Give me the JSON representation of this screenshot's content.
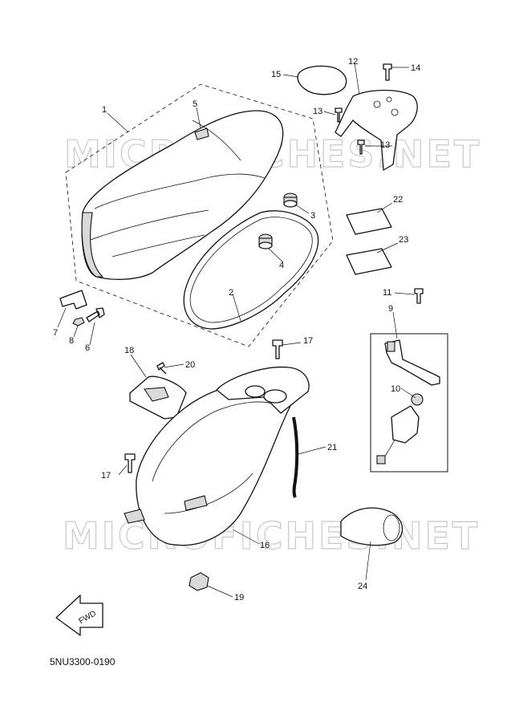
{
  "watermark": [
    "MICROFICHES.NET",
    "MICROFICHES.NET"
  ],
  "drawing_code": "5NU3300-0190",
  "fwd_label": "FWD",
  "callouts": [
    {
      "id": "c1",
      "label": "1"
    },
    {
      "id": "c2",
      "label": "2"
    },
    {
      "id": "c3",
      "label": "3"
    },
    {
      "id": "c4",
      "label": "4"
    },
    {
      "id": "c5",
      "label": "5"
    },
    {
      "id": "c6",
      "label": "6"
    },
    {
      "id": "c7",
      "label": "7"
    },
    {
      "id": "c8",
      "label": "8"
    },
    {
      "id": "c9",
      "label": "9"
    },
    {
      "id": "c10",
      "label": "10"
    },
    {
      "id": "c11",
      "label": "11"
    },
    {
      "id": "c12",
      "label": "12"
    },
    {
      "id": "c13a",
      "label": "13"
    },
    {
      "id": "c13b",
      "label": "13"
    },
    {
      "id": "c14",
      "label": "14"
    },
    {
      "id": "c15",
      "label": "15"
    },
    {
      "id": "c16",
      "label": "16"
    },
    {
      "id": "c17a",
      "label": "17"
    },
    {
      "id": "c17b",
      "label": "17"
    },
    {
      "id": "c18",
      "label": "18"
    },
    {
      "id": "c19",
      "label": "19"
    },
    {
      "id": "c20",
      "label": "20"
    },
    {
      "id": "c21",
      "label": "21"
    },
    {
      "id": "c22",
      "label": "22"
    },
    {
      "id": "c23",
      "label": "23"
    },
    {
      "id": "c24",
      "label": "24"
    }
  ]
}
